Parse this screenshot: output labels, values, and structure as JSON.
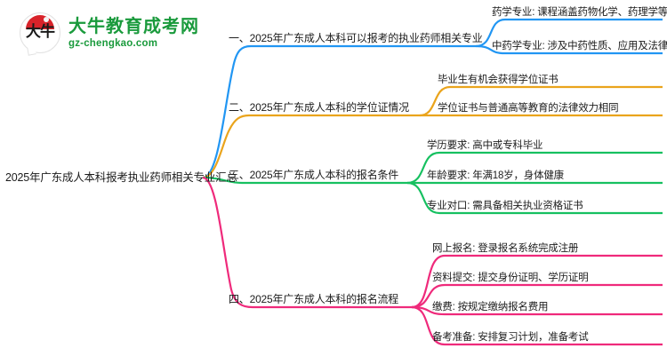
{
  "logo": {
    "badge_text": "大牛",
    "title": "大牛教育成考网",
    "domain": "gz-chengkao.com",
    "brand_color": "#1a9a3c",
    "badge_color": "#d8232a"
  },
  "mindmap": {
    "root": {
      "label": "2025年广东成人本科报考执业药师相关专业汇总"
    },
    "branches": [
      {
        "label": "一、2025年广东成人本科可以报考的执业药师相关专业",
        "color": "#2196f3",
        "leaves": [
          {
            "label": "药学专业: 课程涵盖药物化学、药理学等"
          },
          {
            "label": "中药学专业: 涉及中药性质、应用及法律法规"
          }
        ]
      },
      {
        "label": "二、2025年广东成人本科的学位证情况",
        "color": "#eaa41c",
        "leaves": [
          {
            "label": "毕业生有机会获得学位证书"
          },
          {
            "label": "学位证书与普通高等教育的法律效力相同"
          }
        ]
      },
      {
        "label": "三、2025年广东成人本科的报名条件",
        "color": "#16c060",
        "leaves": [
          {
            "label": "学历要求: 高中或专科毕业"
          },
          {
            "label": "年龄要求: 年满18岁，身体健康"
          },
          {
            "label": "专业对口: 需具备相关执业资格证书"
          }
        ]
      },
      {
        "label": "四、2025年广东成人本科的报名流程",
        "color": "#ef2a7b",
        "leaves": [
          {
            "label": "网上报名: 登录报名系统完成注册"
          },
          {
            "label": "资料提交: 提交身份证明、学历证明"
          },
          {
            "label": "缴费: 按规定缴纳报名费用"
          },
          {
            "label": "备考准备: 安排复习计划，准备考试"
          }
        ]
      }
    ]
  }
}
